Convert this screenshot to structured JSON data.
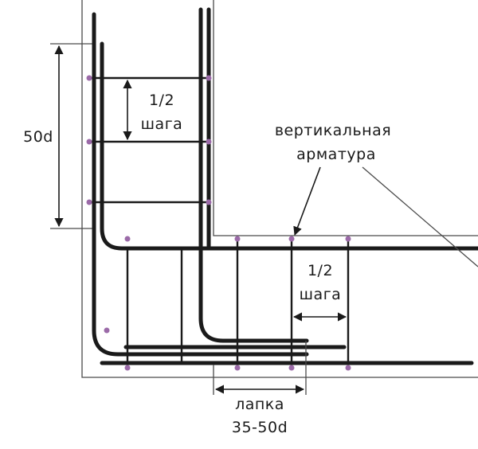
{
  "colors": {
    "rebar": "#1a1a1a",
    "outline": "#4a4a4a",
    "node_dot": "#9b6aa8",
    "background": "#ffffff"
  },
  "labels": {
    "dim_50d": "50d",
    "half_step_top_line1": "1/2",
    "half_step_top_line2": "шага",
    "half_step_right_line1": "1/2",
    "half_step_right_line2": "шага",
    "vertical_rebar_line1": "вертикальная",
    "vertical_rebar_line2": "арматура",
    "lapka_line1": "лапка",
    "lapka_line2": "35-50d"
  }
}
